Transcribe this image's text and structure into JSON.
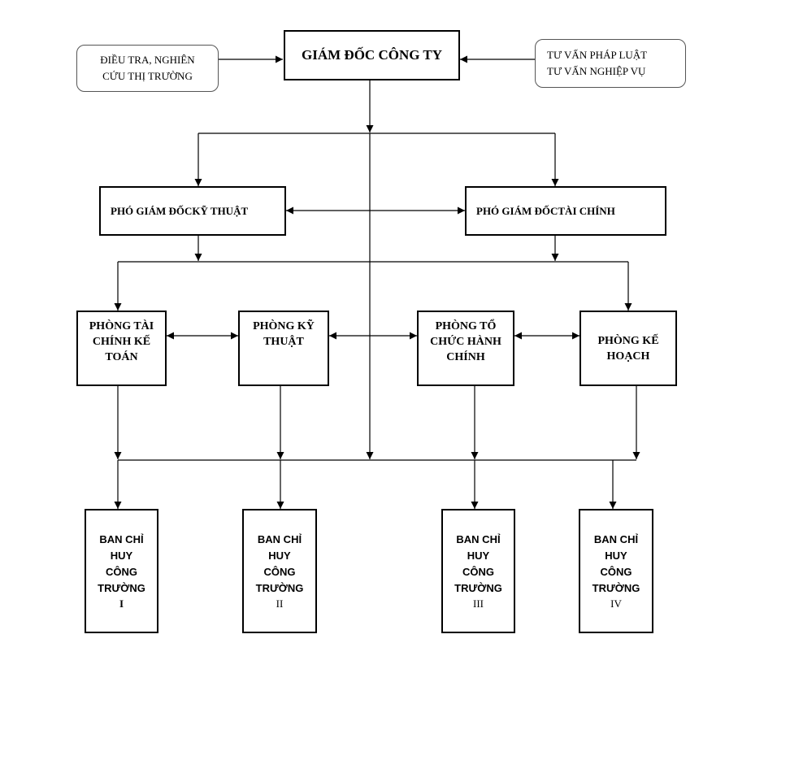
{
  "diagram": {
    "ceo": "GIÁM ĐỐC CÔNG TY",
    "market_research": "ĐIỀU TRA, NGHIÊN\nCỨU THỊ TRƯỜNG",
    "advisory": "TƯ VẤN PHÁP LUẬT\nTƯ VẤN NGHIỆP VỤ",
    "vp_technical": "PHÓ GIÁM ĐỐCKỸ THUẬT",
    "vp_finance": "PHÓ GIÁM ĐỐCTÀI CHÍNH",
    "dept_finance": "PHÒNG TÀI\nCHÍNH KẾ\nTOÁN",
    "dept_technical": "PHÒNG KỸ\nTHUẬT",
    "dept_admin": "PHÒNG TỔ\nCHỨC HÀNH\nCHÍNH",
    "dept_planning": "PHÒNG KẾ\nHOẠCH",
    "site_label": "BAN CHỈ\nHUY\nCÔNG\nTRƯỜNG",
    "sites": [
      "I",
      "II",
      "III",
      "IV"
    ]
  }
}
